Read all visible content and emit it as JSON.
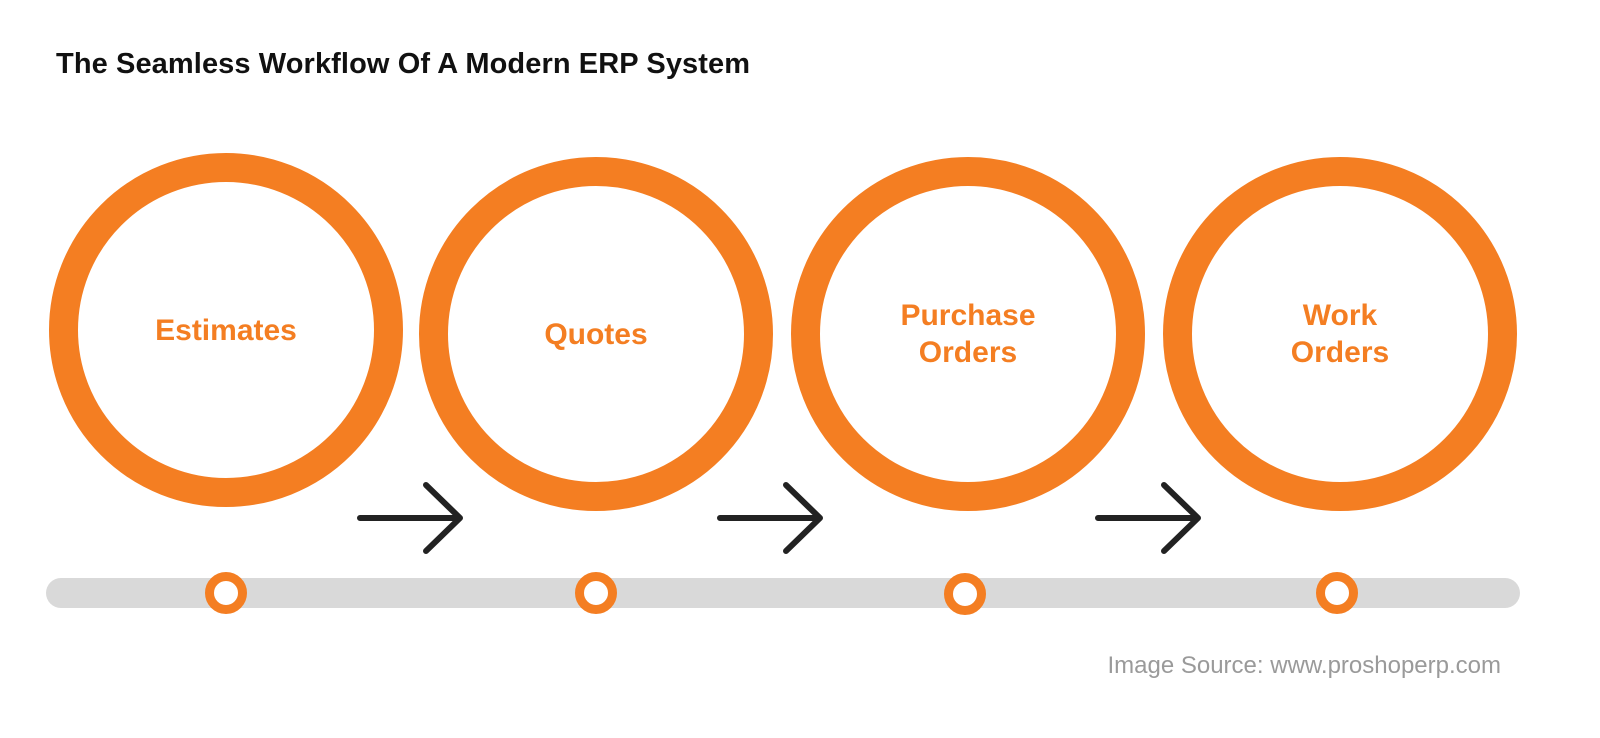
{
  "title": "The Seamless Workflow Of A Modern ERP System",
  "steps": [
    {
      "label": "Estimates"
    },
    {
      "label": "Quotes"
    },
    {
      "label": "Purchase\nOrders"
    },
    {
      "label": "Work\nOrders"
    }
  ],
  "source": "Image Source: www.proshoperp.com",
  "colors": {
    "accent": "#F47E22",
    "title_text": "#111111",
    "timeline": "#D9D9D9",
    "arrow": "#222222",
    "source_text": "#9A9A9A"
  },
  "icons": [
    "arrow-right-icon"
  ]
}
